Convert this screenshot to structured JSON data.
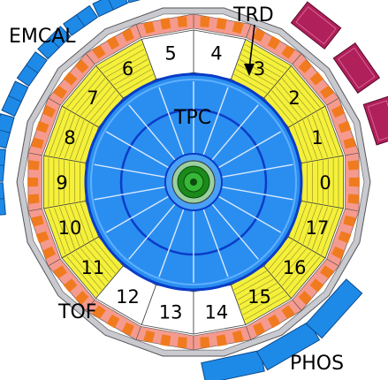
{
  "labels": {
    "emcal": "EMCAL",
    "trd": "TRD",
    "tpc": "TPC",
    "tof": "TOF",
    "phos": "PHOS"
  },
  "sector_numbers": [
    "0",
    "1",
    "2",
    "3",
    "4",
    "5",
    "6",
    "7",
    "8",
    "9",
    "10",
    "11",
    "12",
    "13",
    "14",
    "15",
    "16",
    "17"
  ],
  "empty_sectors": [
    "4",
    "5",
    "12",
    "13",
    "14"
  ],
  "colors": {
    "trd_module": "#f5f03a",
    "trd_empty": "#ffffff",
    "tof_pink": "#f59a8e",
    "tof_orange": "#f07a1e",
    "outer_frame": "#b0b0b8",
    "tpc_blue": "#2a8ef0",
    "tpc_dark": "#0a3cc8",
    "its_green": "#1a8a1a",
    "emcal_blue": "#1e8ae8",
    "phos_blue": "#1e8ae8",
    "hmpid_magenta": "#b0205a"
  }
}
